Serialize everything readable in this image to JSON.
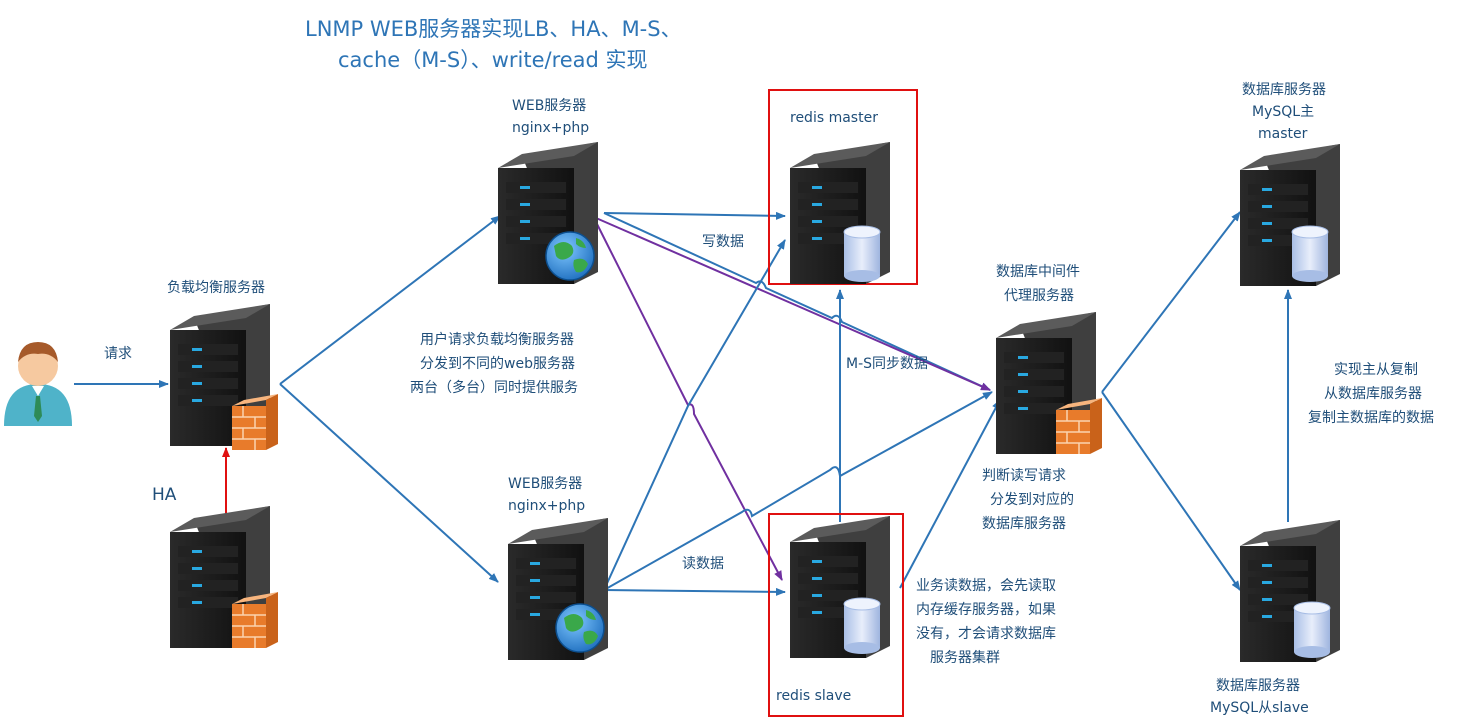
{
  "title": {
    "line1": "LNMP WEB服务器实现LB、HA、M-S、",
    "line2": "cache（M-S）、write/read 实现"
  },
  "nodes": {
    "lb_label": "负载均衡服务器",
    "web1_label1": "WEB服务器",
    "web1_label2": "nginx+php",
    "web2_label1": "WEB服务器",
    "web2_label2": "nginx+php",
    "redis_master_label": "redis  master",
    "redis_slave_label": "redis  slave",
    "proxy_label1": "数据库中间件",
    "proxy_label2": "代理服务器",
    "mysql_master_label1": "数据库服务器",
    "mysql_master_label2": "MySQL主",
    "mysql_master_label3": "master",
    "mysql_slave_label1": "数据库服务器",
    "mysql_slave_label2": "MySQL从slave"
  },
  "annotations": {
    "request": "请求",
    "ha": "HA",
    "lb_desc1": "用户请求负载均衡服务器",
    "lb_desc2": "分发到不同的web服务器",
    "lb_desc3": "两台（多台）同时提供服务",
    "write_data": "写数据",
    "read_data": "读数据",
    "ms_sync": "M-S同步数据",
    "proxy_desc1": "判断读写请求",
    "proxy_desc2": "分发到对应的",
    "proxy_desc3": "数据库服务器",
    "cache_desc1": "业务读数据，会先读取",
    "cache_desc2": "内存缓存服务器，如果",
    "cache_desc3": "没有，才会请求数据库",
    "cache_desc4": "服务器集群",
    "repl_desc1": "实现主从复制",
    "repl_desc2": "从数据库服务器",
    "repl_desc3": "复制主数据库的数据"
  },
  "colors": {
    "line_blue": "#2e75b6",
    "line_purple": "#7030a0",
    "line_red": "#e01010",
    "highlight_box": "#e01010"
  }
}
